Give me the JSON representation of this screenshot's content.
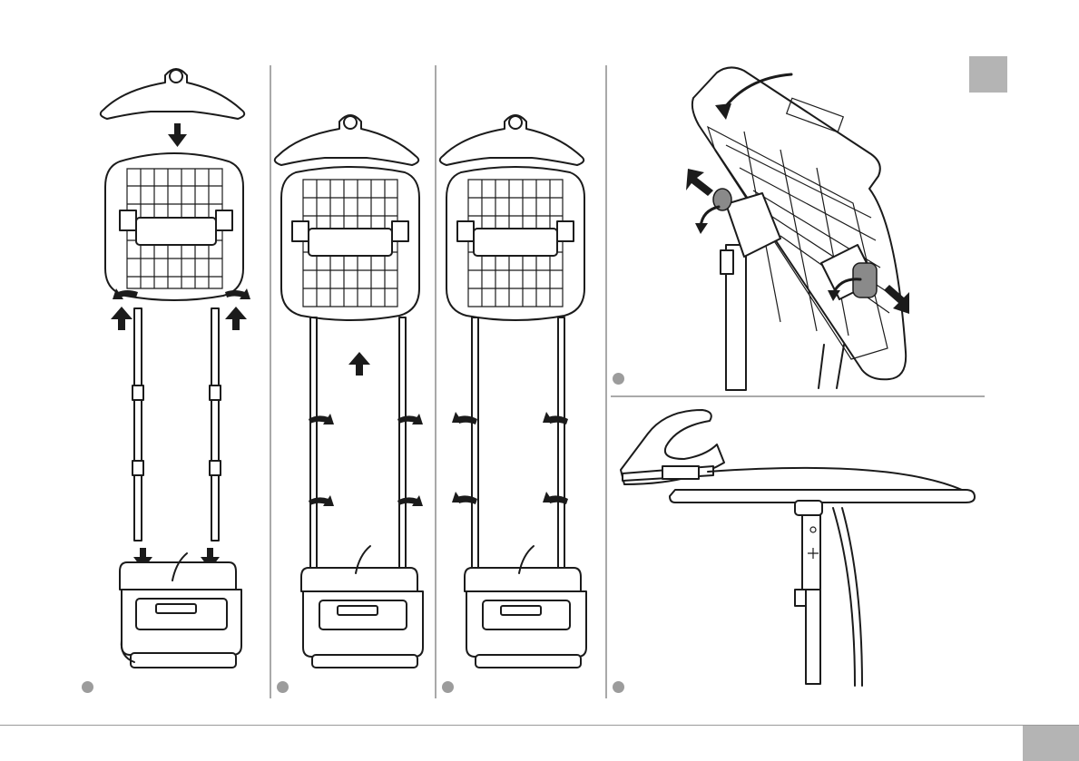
{
  "page": {
    "accent_grey": "#b4b4b4",
    "line_color": "#1b1b1b",
    "divider_color": "#a9a9a9"
  },
  "panels": [
    {
      "id": "assembly-hanger-poles-base",
      "icons": [
        "hanger-icon",
        "garment-board-icon",
        "telescopic-pole-icon",
        "steam-base-icon",
        "down-arrow-icon",
        "up-arrow-icon",
        "rotate-arrow-icon"
      ]
    },
    {
      "id": "extend-poles",
      "icons": [
        "hanger-icon",
        "garment-board-icon",
        "up-arrow-icon",
        "rotate-arrow-icon",
        "steam-base-icon"
      ]
    },
    {
      "id": "lock-poles",
      "icons": [
        "hanger-icon",
        "garment-board-icon",
        "rotate-arrow-icon",
        "steam-base-icon"
      ]
    },
    {
      "id": "fold-board",
      "icons": [
        "garment-board-icon",
        "knob-icon",
        "curved-arrow-icon"
      ]
    },
    {
      "id": "board-horizontal",
      "icons": [
        "steam-head-icon",
        "ironing-board-icon",
        "pole-icon"
      ]
    }
  ]
}
